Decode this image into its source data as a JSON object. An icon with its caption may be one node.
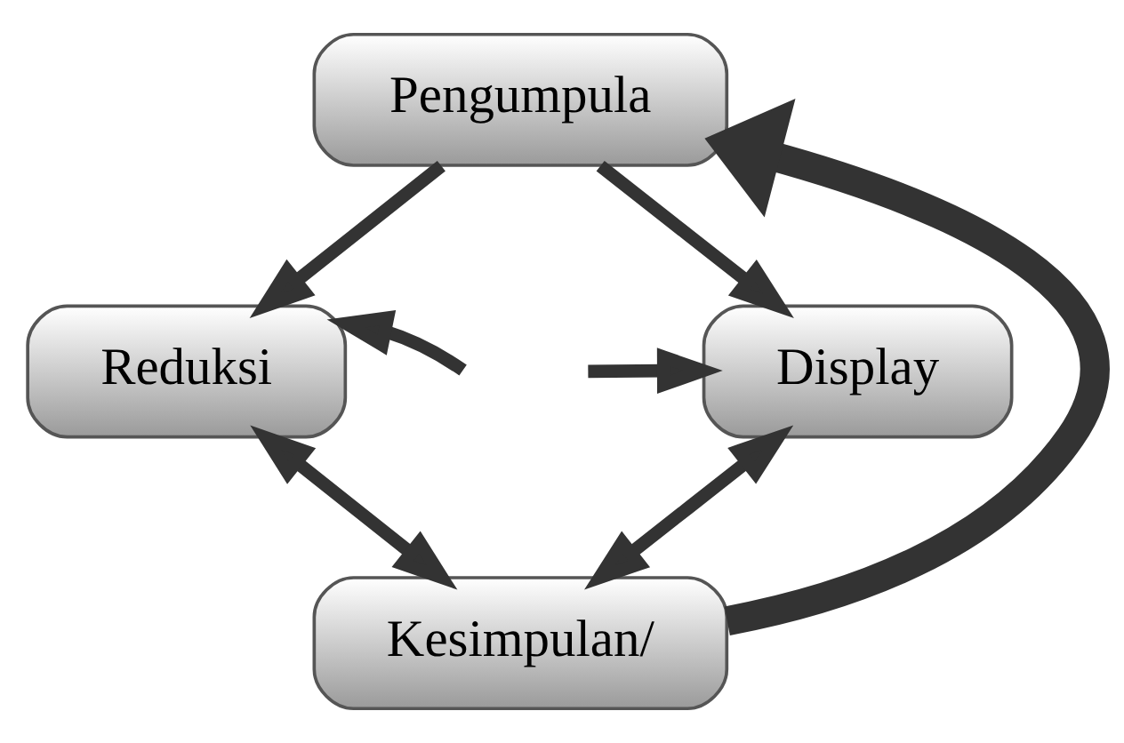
{
  "diagram": {
    "nodes": [
      {
        "text": [
          "Pengumpula"
        ]
      },
      {
        "text": [
          "Reduksi"
        ]
      },
      {
        "text": [
          "Display"
        ]
      },
      {
        "text": [
          "Kesimpulan/"
        ]
      }
    ],
    "edges": [
      {
        "from": 0,
        "to": 1,
        "arrow": "to"
      },
      {
        "from": 0,
        "to": 2,
        "arrow": "to"
      },
      {
        "from": null,
        "to": 1,
        "arrow": "to"
      },
      {
        "from": null,
        "to": 2,
        "arrow": "to"
      },
      {
        "from": 1,
        "to": 3,
        "arrow": "both"
      },
      {
        "from": 2,
        "to": 3,
        "arrow": "both"
      },
      {
        "from": 3,
        "to": 0,
        "arrow": "to",
        "style": "thick"
      }
    ]
  }
}
